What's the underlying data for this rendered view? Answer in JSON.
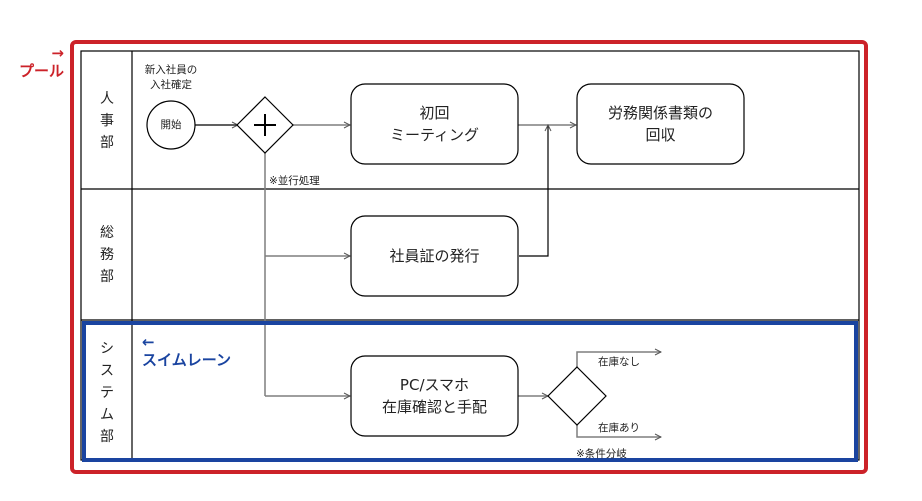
{
  "annotations": {
    "pool_arrow": "→",
    "pool_label": "プール",
    "lane_arrow": "←",
    "lane_label": "スイムレーン"
  },
  "lanes": [
    {
      "id": "hr",
      "title": [
        "人",
        "事",
        "部"
      ]
    },
    {
      "id": "general",
      "title": [
        "総",
        "務",
        "部"
      ]
    },
    {
      "id": "system",
      "title": [
        "シ",
        "ス",
        "テ",
        "ム",
        "部"
      ]
    }
  ],
  "start_event": {
    "label": "開始",
    "caption_line1": "新入社員の",
    "caption_line2": "入社確定"
  },
  "parallel_gateway": {
    "symbol": "+",
    "note": "※並行処理"
  },
  "tasks": {
    "first_meeting": {
      "line1": "初回",
      "line2": "ミーティング"
    },
    "collect_documents": {
      "line1": "労務関係書類の",
      "line2": "回収"
    },
    "issue_id_card": {
      "line1": "社員証の発行"
    },
    "pc_phone": {
      "line1": "PC/スマホ",
      "line2": "在庫確認と手配"
    }
  },
  "exclusive_gateway": {
    "branch_top": "在庫なし",
    "branch_bottom": "在庫あり",
    "note": "※条件分岐"
  },
  "colors": {
    "pool_highlight": "#cc2229",
    "lane_highlight": "#1a44a0",
    "connector": "#7f7f7f",
    "outline": "#000000"
  }
}
